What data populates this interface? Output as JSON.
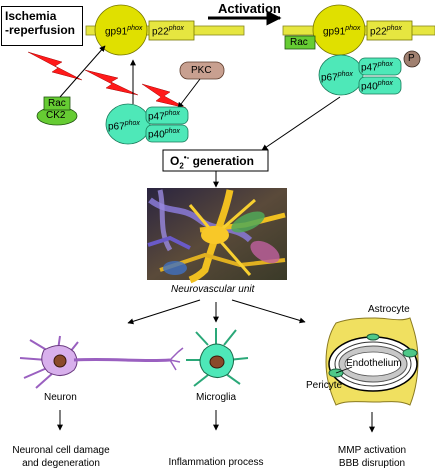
{
  "trigger": {
    "line1": "Ischemia",
    "line2": "-reperfusion"
  },
  "activation_label": "Activation",
  "membrane_left": {
    "gp91": "gp91",
    "p22": "p22",
    "phox": "phox"
  },
  "membrane_right": {
    "gp91": "gp91",
    "p22": "p22",
    "rac": "Rac",
    "phox": "phox"
  },
  "cytosolic_left": {
    "p67": "p67",
    "p47": "p47",
    "p40": "p40",
    "phox": "phox",
    "pkc": "PKC"
  },
  "cytosolic_right": {
    "p67": "p67",
    "p47": "p47",
    "p40": "p40",
    "phox": "phox",
    "p": "P"
  },
  "rac_ck2": {
    "rac": "Rac",
    "ck2": "CK2"
  },
  "o2": {
    "base": "O",
    "sub": "2",
    "sup": "•-",
    "rest": " generation"
  },
  "nvu_caption": "Neurovascular unit",
  "cells": {
    "neuron": "Neuron",
    "microglia": "Microglia",
    "astrocyte": "Astrocyte",
    "endothelium": "Endothelium",
    "pericyte": "Pericyte"
  },
  "outcomes": {
    "neuron_line1": "Neuronal cell damage",
    "neuron_line2": "and degeneration",
    "microglia": "Inflammation process",
    "bbb_line1": "MMP activation",
    "bbb_line2": "BBB disruption"
  },
  "colors": {
    "membrane": "#e6e640",
    "gp91": "#e0e000",
    "cytosolic": "#4ee8b8",
    "rac_green": "#66cc33",
    "pkc": "#c8a090",
    "bolt": "#ff1a1a",
    "neuron": "#d8b0ec",
    "microglia": "#4ee8b8",
    "astrocyte": "#f0e060"
  }
}
